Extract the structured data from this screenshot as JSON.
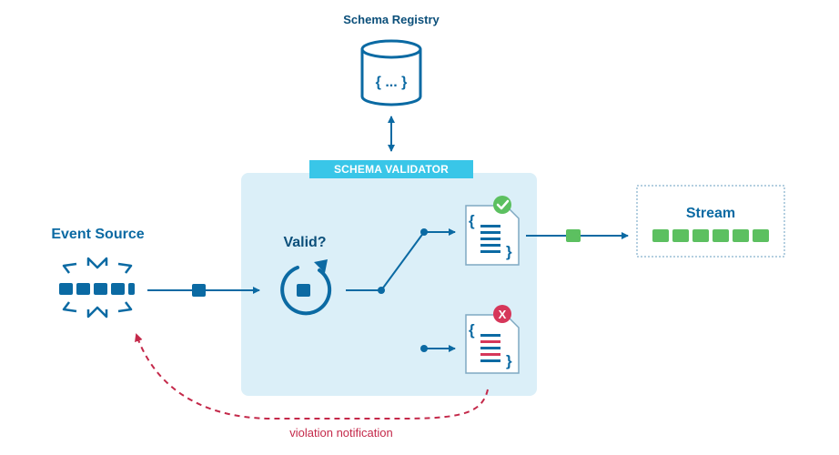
{
  "schema_registry": {
    "title": "Schema Registry",
    "icon": "database-icon",
    "glyph": "{ ... }"
  },
  "schema_validator": {
    "label": "SCHEMA VALIDATOR",
    "valid_label": "Valid?"
  },
  "event_source": {
    "title": "Event Source",
    "icon": "event-source-icon"
  },
  "stream": {
    "title": "Stream"
  },
  "valid_doc": {
    "icon": "document-valid-icon",
    "badge": "check-icon"
  },
  "invalid_doc": {
    "icon": "document-invalid-icon",
    "badge": "x-icon",
    "badge_text": "X"
  },
  "notification": {
    "label": "violation notification"
  },
  "colors": {
    "primary": "#0b6aa3",
    "validator_bg": "#dbeff8",
    "validator_label": "#39c6e8",
    "valid_green": "#5cc060",
    "invalid_red": "#d6375a",
    "notification_red": "#c4294a"
  }
}
